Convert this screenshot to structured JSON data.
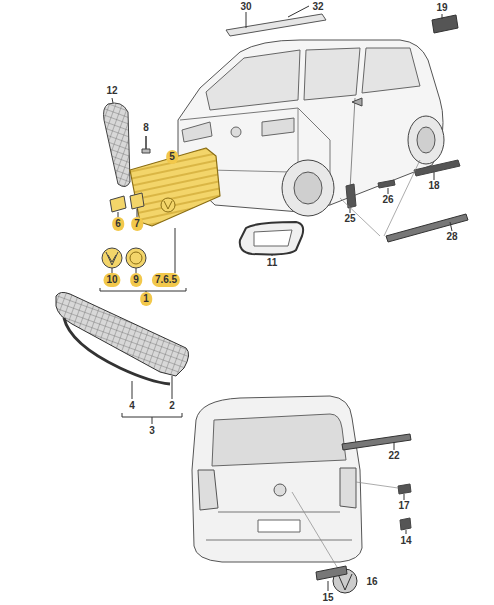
{
  "diagram": {
    "labels": [
      "30",
      "32",
      "19",
      "12",
      "8",
      "5",
      "18",
      "26",
      "25",
      "28",
      "6",
      "7",
      "10",
      "9",
      "7.6.5",
      "1",
      "11",
      "4",
      "2",
      "3",
      "22",
      "17",
      "14",
      "16",
      "15"
    ]
  }
}
